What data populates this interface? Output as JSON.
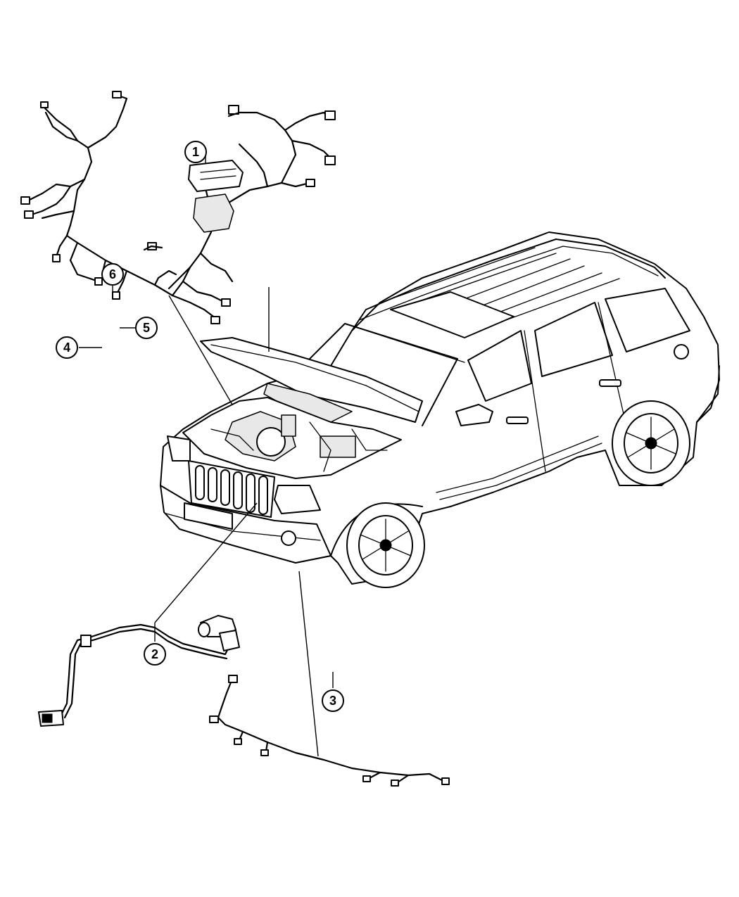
{
  "callouts": [
    {
      "id": "c1",
      "label": "1"
    },
    {
      "id": "c2",
      "label": "2"
    },
    {
      "id": "c3",
      "label": "3"
    },
    {
      "id": "c4",
      "label": "4"
    },
    {
      "id": "c5",
      "label": "5"
    },
    {
      "id": "c6",
      "label": "6"
    }
  ]
}
